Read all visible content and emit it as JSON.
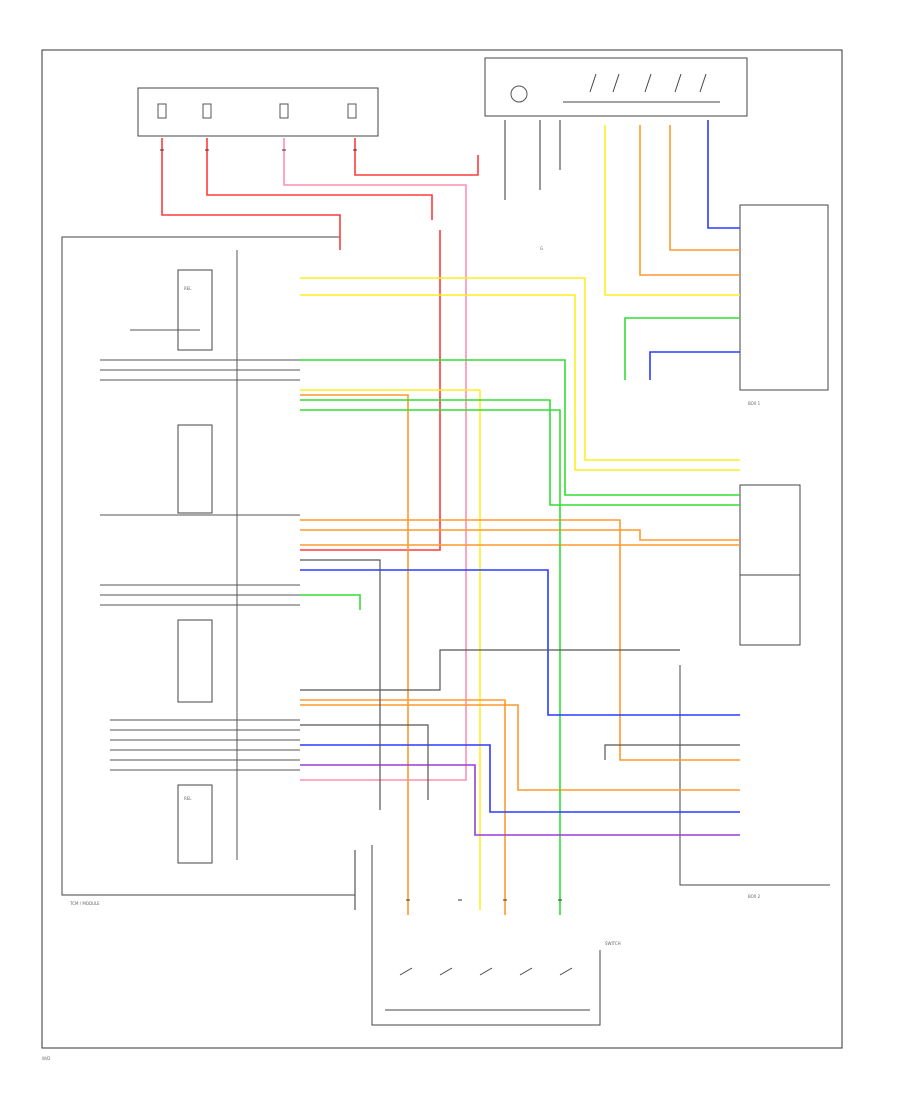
{
  "colors": {
    "red": "#ff3b3b",
    "pink": "#ff8fb0",
    "yellow": "#ffee22",
    "orange": "#ff9a2e",
    "green": "#33dd33",
    "blue": "#2b3bff",
    "purple": "#9b3bd8",
    "dark": "#555555"
  },
  "labels": {
    "mod_left": "TCM / MODULE",
    "rel_top": "REL",
    "rel_bot": "REL",
    "sw_bot": "SWITCH",
    "right_box_1": "BOX 1",
    "right_box_2": "BOX 2",
    "gnd_note": "G",
    "footer": "W/D"
  }
}
